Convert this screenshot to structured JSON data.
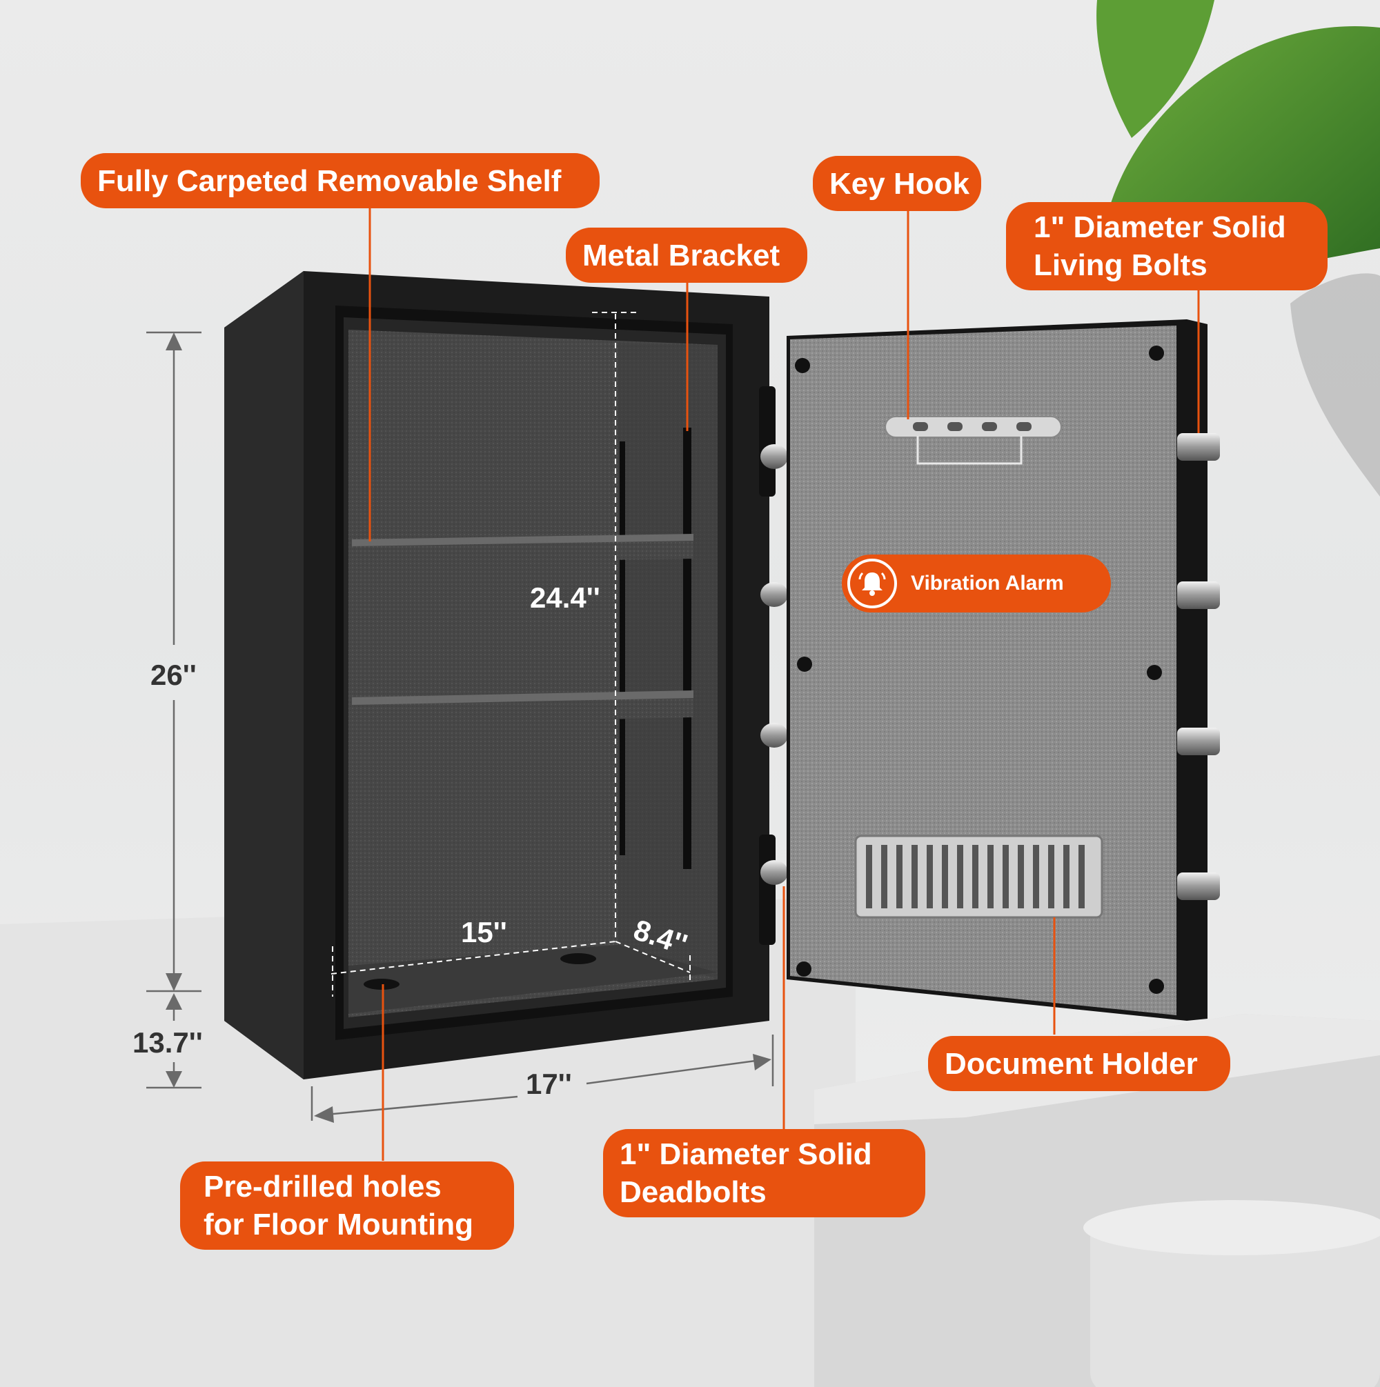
{
  "callouts": {
    "shelf": "Fully Carpeted Removable Shelf",
    "metal_bracket": "Metal Bracket",
    "key_hook": "Key Hook",
    "living_bolts_line1": "1\" Diameter Solid",
    "living_bolts_line2": "Living Bolts",
    "vibration_alarm": "Vibration Alarm",
    "document_holder": "Document Holder",
    "deadbolts_line1": "1\" Diameter Solid",
    "deadbolts_line2": "Deadbolts",
    "holes_line1": "Pre-drilled holes",
    "holes_line2": "for Floor Mounting"
  },
  "dimensions": {
    "outer_height": "26''",
    "inner_height": "24.4''",
    "inner_width": "15''",
    "inner_depth": "8.4''",
    "outer_depth": "13.7''",
    "outer_width": "17''"
  },
  "colors": {
    "accent": "#e8520f",
    "safe_body": "#1f1f1f",
    "carpet": "#4a4a4a",
    "door_carpet": "#8a8a8a"
  },
  "icons": [
    "bell-icon"
  ]
}
